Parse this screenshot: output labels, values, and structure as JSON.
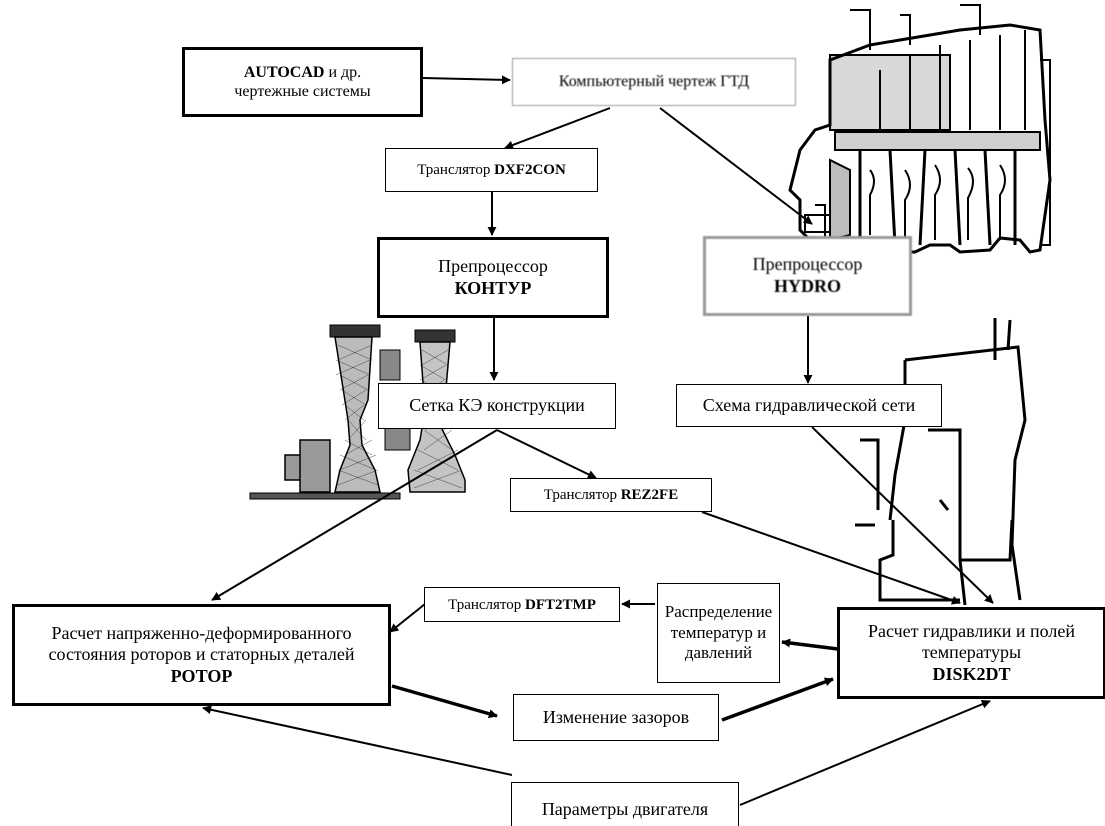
{
  "boxes": {
    "autocad": {
      "bold": "AUTOCAD",
      "rest": " и др.",
      "line2": "чертежные системы"
    },
    "drawing": {
      "text": "Компьютерный чертеж ГТД"
    },
    "dxf": {
      "prefix": "Транслятор ",
      "bold": "DXF2CON"
    },
    "kontur": {
      "line1": "Препроцессор",
      "bold": "КОНТУР"
    },
    "hydro": {
      "line1": "Препроцессор",
      "bold": "HYDRO"
    },
    "mesh": {
      "text": "Сетка КЭ конструкции"
    },
    "hydnet": {
      "text": "Схема гидравлической сети"
    },
    "rez": {
      "prefix": "Транслятор ",
      "bold": "REZ2FE"
    },
    "dft": {
      "prefix": "Транслятор ",
      "bold": "DFT2TMP"
    },
    "distrib": {
      "line1": "Распределение",
      "line2": "температур и",
      "line3": "давлений"
    },
    "rotor": {
      "line1": "Расчет напряженно-деформированного",
      "line2": "состояния роторов и статорных деталей",
      "bold": "РОТОР"
    },
    "disk": {
      "line1": "Расчет гидравлики и полей",
      "line2": "температуры",
      "bold": "DISK2DT"
    },
    "gaps": {
      "text": "Изменение зазоров"
    },
    "params": {
      "text": "Параметры двигателя"
    }
  },
  "icons": [
    "engine-section-drawing-icon",
    "fe-mesh-drawing-icon",
    "hydraulic-network-drawing-icon"
  ],
  "colors": {
    "line": "#000000",
    "box_border_gray": "#9a9a9a",
    "background": "#ffffff"
  }
}
